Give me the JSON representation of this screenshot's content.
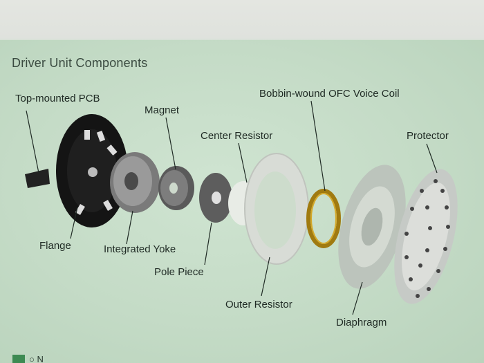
{
  "heading": "Driver Unit Components",
  "labels": {
    "pcb": "Top-mounted PCB",
    "magnet": "Magnet",
    "center_resistor": "Center Resistor",
    "voice_coil": "Bobbin-wound OFC Voice Coil",
    "protector": "Protector",
    "flange": "Flange",
    "yoke": "Integrated Yoke",
    "pole_piece": "Pole Piece",
    "outer_resistor": "Outer Resistor",
    "diaphragm": "Diaphragm"
  },
  "footer_text": "○ N",
  "colors": {
    "background": "#c4dac7",
    "text": "#1f2a24",
    "accent": "#3d8a52"
  }
}
